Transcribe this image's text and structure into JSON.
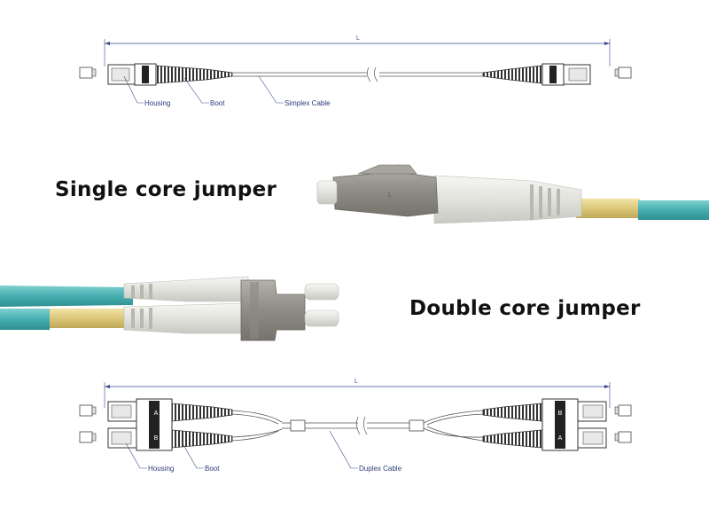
{
  "labels": {
    "single": "Single core jumper",
    "double": "Double core jumper"
  },
  "top_drawing": {
    "length_label": "L",
    "callouts": {
      "housing": "Housing",
      "boot": "Boot",
      "cable": "Simplex Cable"
    }
  },
  "bottom_drawing": {
    "length_label": "L",
    "callouts": {
      "housing": "Housing",
      "boot": "Boot",
      "cable": "Duplex Cable"
    },
    "polarity_left_top": [
      "A",
      "B"
    ],
    "polarity_left_bottom": [
      "B",
      "A"
    ],
    "polarity_right_top": [
      "A",
      "B"
    ],
    "polarity_right_bottom": [
      "B",
      "A"
    ],
    "left_top_text": "A",
    "left_bottom_text": "B",
    "right_top_text": "B",
    "right_bottom_text": "A"
  },
  "colors": {
    "line": "#3a4a8a",
    "aqua": "#4fb8b8",
    "yellow": "#e8d68a",
    "connector_grey": "#9a9690",
    "boot_white": "#ecece8"
  }
}
